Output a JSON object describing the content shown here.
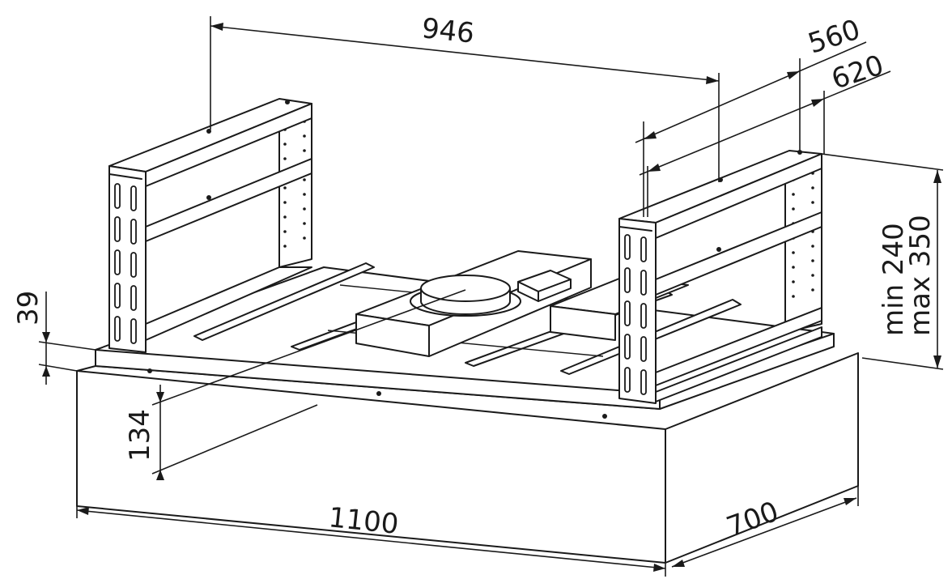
{
  "dimensions": {
    "overall_width": "946",
    "frame_depth_inner": "560",
    "frame_depth_outer": "620",
    "height_range_min": "min 240",
    "height_range_max": "max 350",
    "frame_base_height": "39",
    "hood_body_height": "134",
    "hood_width": "1100",
    "hood_depth": "700"
  }
}
